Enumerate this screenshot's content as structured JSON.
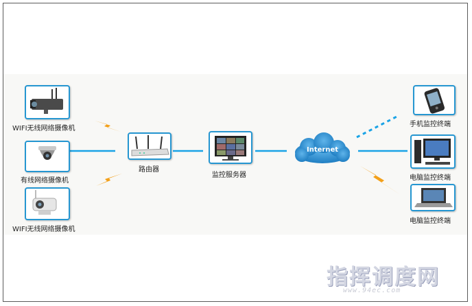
{
  "nodes": {
    "wifi_camera_1": "WIFI无线网络摄像机",
    "wired_camera": "有线网络摄像机",
    "wifi_camera_2": "WIFI无线网络摄像机",
    "router": "路由器",
    "server": "监控服务器",
    "internet": "Internet",
    "mobile_terminal": "手机监控终端",
    "pc_terminal_1": "电脑监控终端",
    "pc_terminal_2": "电脑监控终端"
  },
  "link_colors": {
    "wired": "#1aa3e6",
    "wireless": "#f3a019",
    "node_border": "#2596d1",
    "cloud": "#2d8fd0"
  },
  "watermark": {
    "text": "指挥调度网",
    "url": "www.94ec.com"
  }
}
